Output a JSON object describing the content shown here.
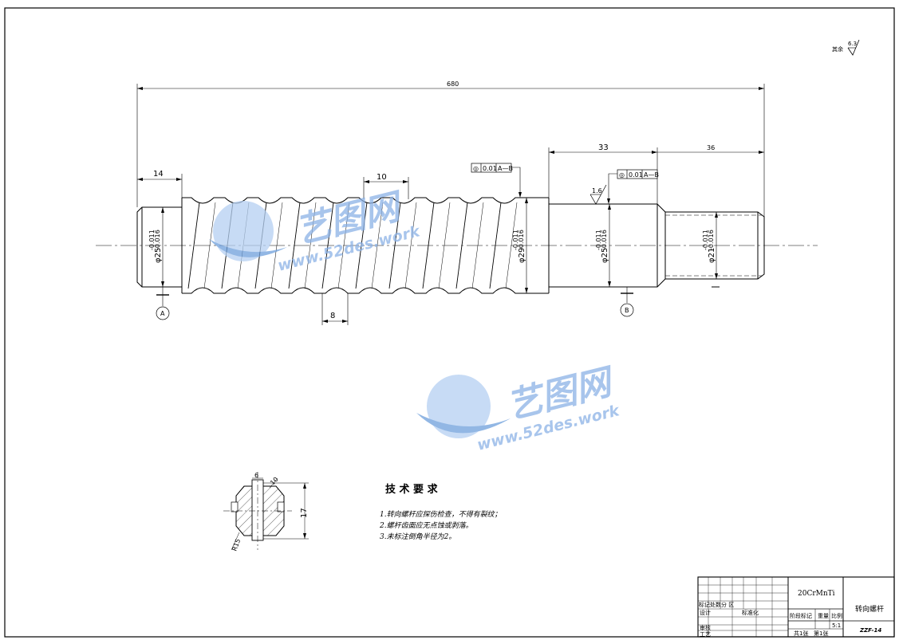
{
  "surface_note": {
    "label": "其余",
    "symbol": "6.3"
  },
  "dimensions": {
    "overall_length": "680",
    "left_journal": "14",
    "thread_pitch": "10",
    "groove_width": "8",
    "mid_length": "33",
    "right_length": "36",
    "d_left": "φ25",
    "d_thread": "φ29",
    "d_mid": "φ25",
    "d_right": "φ21",
    "tol_upper": "-0.011",
    "tol_lower": "-0.016",
    "tol_right_upper": "-0.011",
    "tol_right_lower": "-0.016",
    "roughness_mid": "1.6",
    "section_width": "6",
    "section_height": "17",
    "section_chamfer": "10",
    "section_angle": "R15"
  },
  "datums": {
    "a": "A",
    "b": "B"
  },
  "tolerance_frames": [
    {
      "symbol": "◎",
      "value": "0.01",
      "datum": "A—B"
    },
    {
      "symbol": "◎",
      "value": "0.01",
      "datum": "A—B"
    }
  ],
  "tech_requirements": {
    "title": "技 术 要 求",
    "items": [
      "1.转向螺杆应探伤检查，不得有裂纹；",
      "2.螺杆齿面应无点蚀或剥落。",
      "3.未标注倒角半径为2。"
    ]
  },
  "watermark": {
    "brand": "艺图网",
    "url": "www.52des.work"
  },
  "title_block": {
    "material": "20CrMnTi",
    "part_name": "转向螺杆",
    "drawing_no": "ZZF-14",
    "scale_label": "比例",
    "scale": "5:1",
    "design": "设计",
    "standardize": "标准化",
    "review": "审核",
    "process": "工艺",
    "mark_row": "标记处数分 区",
    "stage_label": "阶段标记",
    "weight_label": "重量",
    "sheets_total": "共1张",
    "sheet_no": "第1张"
  }
}
